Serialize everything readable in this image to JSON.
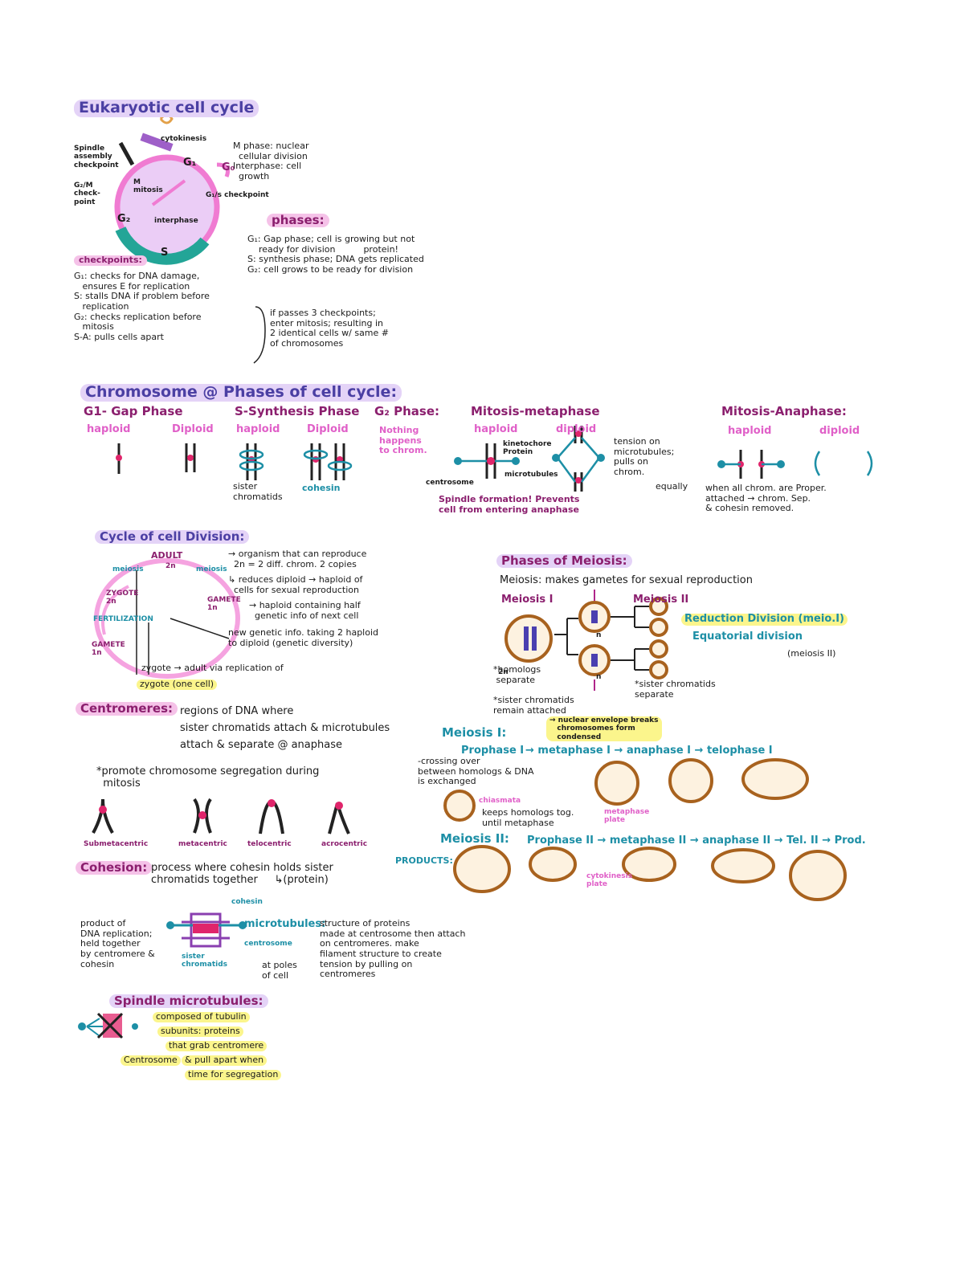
{
  "cell_cycle": {
    "title": "Eukaryotic cell cycle",
    "diagram_labels": {
      "cytokinesis": "cytokinesis",
      "spindle": "Spindle\nassembly\ncheckpoint",
      "g2m": "G₂/M\ncheck-\npoint",
      "g1": "G₁",
      "g0": "G₀",
      "g1s": "G₁/s checkpoint",
      "g2": "G₂",
      "s": "S",
      "m": "M\nmitosis",
      "interphase": "interphase"
    },
    "definitions": "M phase: nuclear\n  cellular division\nInterphase: cell\n  growth",
    "checkpoints_title": "checkpoints:",
    "checkpoints": "G₁: checks for DNA damage,\n   ensures E for replication\nS: stalls DNA if problem before\n   replication\nG₂: checks replication before\n   mitosis\nS-A: pulls cells apart",
    "phases_title": "phases:",
    "phases": "G₁: Gap phase; cell is growing but not\n    ready for division          protein!\nS: synthesis phase; DNA gets replicated\nG₂: cell grows to be ready for division",
    "passes_note": "if passes 3 checkpoints;\nenter mitosis; resulting in\n2 identical cells w/ same #\nof chromosomes"
  },
  "chromosome": {
    "title": "Chromosome @ Phases of cell cycle:",
    "g1": {
      "title": "G1- Gap Phase",
      "haploid": "haploid",
      "diploid": "Diploid"
    },
    "s": {
      "title": "S-Synthesis Phase",
      "haploid": "haploid",
      "diploid": "Diploid",
      "sister": "sister\nchromatids",
      "cohesin": "cohesin"
    },
    "g2": {
      "title": "G₂ Phase:",
      "note": "Nothing\nhappens\nto chrom."
    },
    "metaphase": {
      "title": "Mitosis-metaphase",
      "haploid": "haploid",
      "diploid": "diploid",
      "kinetochore": "kinetochore\nProtein",
      "microtubules": "microtubules",
      "centrosome": "centrosome",
      "tension": "tension on\nmicrotubules;\npulls on\nchrom.",
      "equally": "equally",
      "spindle": "Spindle formation! Prevents\ncell from entering anaphase"
    },
    "anaphase": {
      "title": "Mitosis-Anaphase:",
      "haploid": "haploid",
      "diploid": "diploid",
      "note": "when all chrom. are Proper.\nattached → chrom. Sep.\n& cohesin removed."
    }
  },
  "cycle_division": {
    "title": "Cycle of cell Division:",
    "adult": "ADULT",
    "adult_2n": "2n",
    "meiosis_l": "meiosis",
    "meiosis_r": "meiosis",
    "zygote": "ZYGOTE\n2n",
    "gamete_r": "GAMETE\n1n",
    "fertilization": "FERTILIZATION",
    "gamete_l": "GAMETE\n1n",
    "note1": "→ organism that can reproduce\n  2n = 2 diff. chrom. 2 copies",
    "note2": "↳ reduces diploid → haploid of\n  cells for sexual reproduction",
    "note3": "→ haploid containing half\n  genetic info of next cell",
    "note4": "new genetic info. taking 2 haploid\nto diploid (genetic diversity)",
    "note5": "zygote → adult via replication of",
    "note6": "zygote (one cell)"
  },
  "centromeres": {
    "title": "Centromeres:",
    "text": "regions of DNA where\nsister chromatids attach & microtubules\nattach & separate @ anaphase",
    "promote": "*promote chromosome segregation during\n  mitosis",
    "types": [
      "Submetacentric",
      "metacentric",
      "telocentric",
      "acrocentric"
    ]
  },
  "cohesion": {
    "title": "Cohesion:",
    "text": "process where cohesin holds sister\nchromatids together     ↳(protein)",
    "cohesin": "cohesin",
    "product": "product of\nDNA replication;\nheld together\nby centromere &\ncohesin",
    "sister": "sister\nchromatids",
    "microtubules": "microtubules:",
    "micro_text": "structure of proteins\nmade at centrosome then attach\non centromeres. make\nfilament structure to create\ntension by pulling on\ncentromeres",
    "centrosome": "centrosome",
    "at_poles": "at poles\nof cell"
  },
  "spindle": {
    "title": "Spindle microtubules:",
    "l1": "composed of tubulin",
    "l2": "subunits: proteins",
    "l3": "that grab centromere",
    "l4": "Centrosome",
    "l5": "& pull apart when",
    "l6": "time for segregation"
  },
  "meiosis": {
    "title": "Phases of Meiosis:",
    "def": "Meiosis: makes gametes for sexual reproduction",
    "meiosis1": "Meiosis I",
    "meiosis2": "Meiosis II",
    "reduction": "Reduction Division (meio.I)",
    "equational": "Equatorial division",
    "meiosis2_paren": "(meiosis II)",
    "n2": "2n",
    "n1a": "n",
    "n1b": "n",
    "homologs": "*homologs\n separate",
    "sister_attached": "*sister chromatids\nremain attached",
    "sister_separate": "*sister chromatids\nseparate",
    "m1_head": "Meiosis I:",
    "prophase1": "Prophase I",
    "sequence1": "→ metaphase I → anaphase I → telophase I",
    "envelope": "→ nuclear envelope breaks\n   chromosomes form\n   condensed",
    "crossing": "-crossing over\nbetween homologs & DNA\nis exchanged",
    "chiasmata": "chiasmata",
    "keeps": "keeps homologs tog.\nuntil metaphase",
    "metaphase_plate": "metaphase\nplate",
    "m2_head": "Meiosis II:",
    "sequence2": "Prophase II → metaphase II → anaphase II → Tel. II → Prod.",
    "products": "PRODUCTS:",
    "cytokinesis": "cytokinesis\nplate"
  }
}
